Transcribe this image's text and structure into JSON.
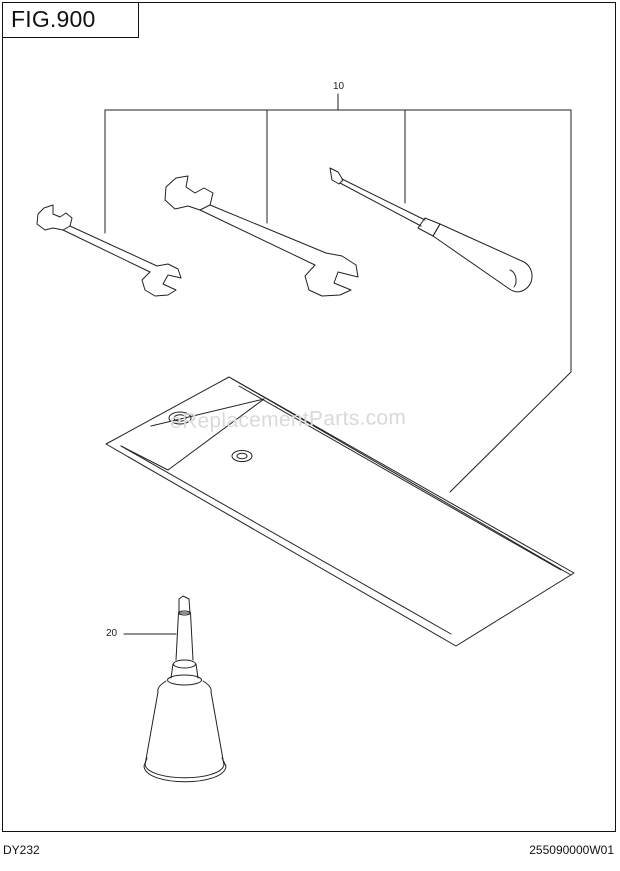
{
  "figure": {
    "title": "FIG.900"
  },
  "callouts": {
    "tool_kit": "10",
    "oil_bottle": "20"
  },
  "watermark": "eReplacementParts.com",
  "footer": {
    "model": "DY232",
    "part_code": "255090000W01"
  }
}
